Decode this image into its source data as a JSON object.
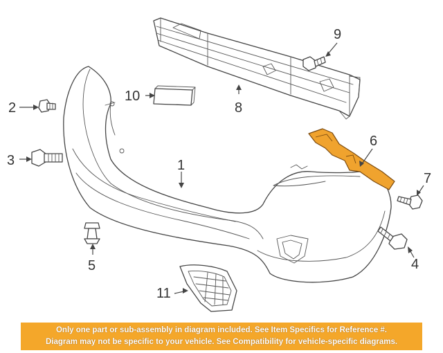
{
  "diagram": {
    "callouts": [
      {
        "id": "1",
        "label": "1"
      },
      {
        "id": "2",
        "label": "2"
      },
      {
        "id": "3",
        "label": "3"
      },
      {
        "id": "4",
        "label": "4"
      },
      {
        "id": "5",
        "label": "5"
      },
      {
        "id": "6",
        "label": "6"
      },
      {
        "id": "7",
        "label": "7"
      },
      {
        "id": "8",
        "label": "8"
      },
      {
        "id": "9",
        "label": "9"
      },
      {
        "id": "10",
        "label": "10"
      },
      {
        "id": "11",
        "label": "11"
      }
    ],
    "highlight_color": "#f0a32e"
  },
  "banner": {
    "line1": "Only one part or sub-assembly in diagram included. See Item Specifics for Reference #.",
    "line2": "Diagram may not be specific to your vehicle. See Compatibility for vehicle-specific diagrams.",
    "background_color": "#f4a72a"
  }
}
